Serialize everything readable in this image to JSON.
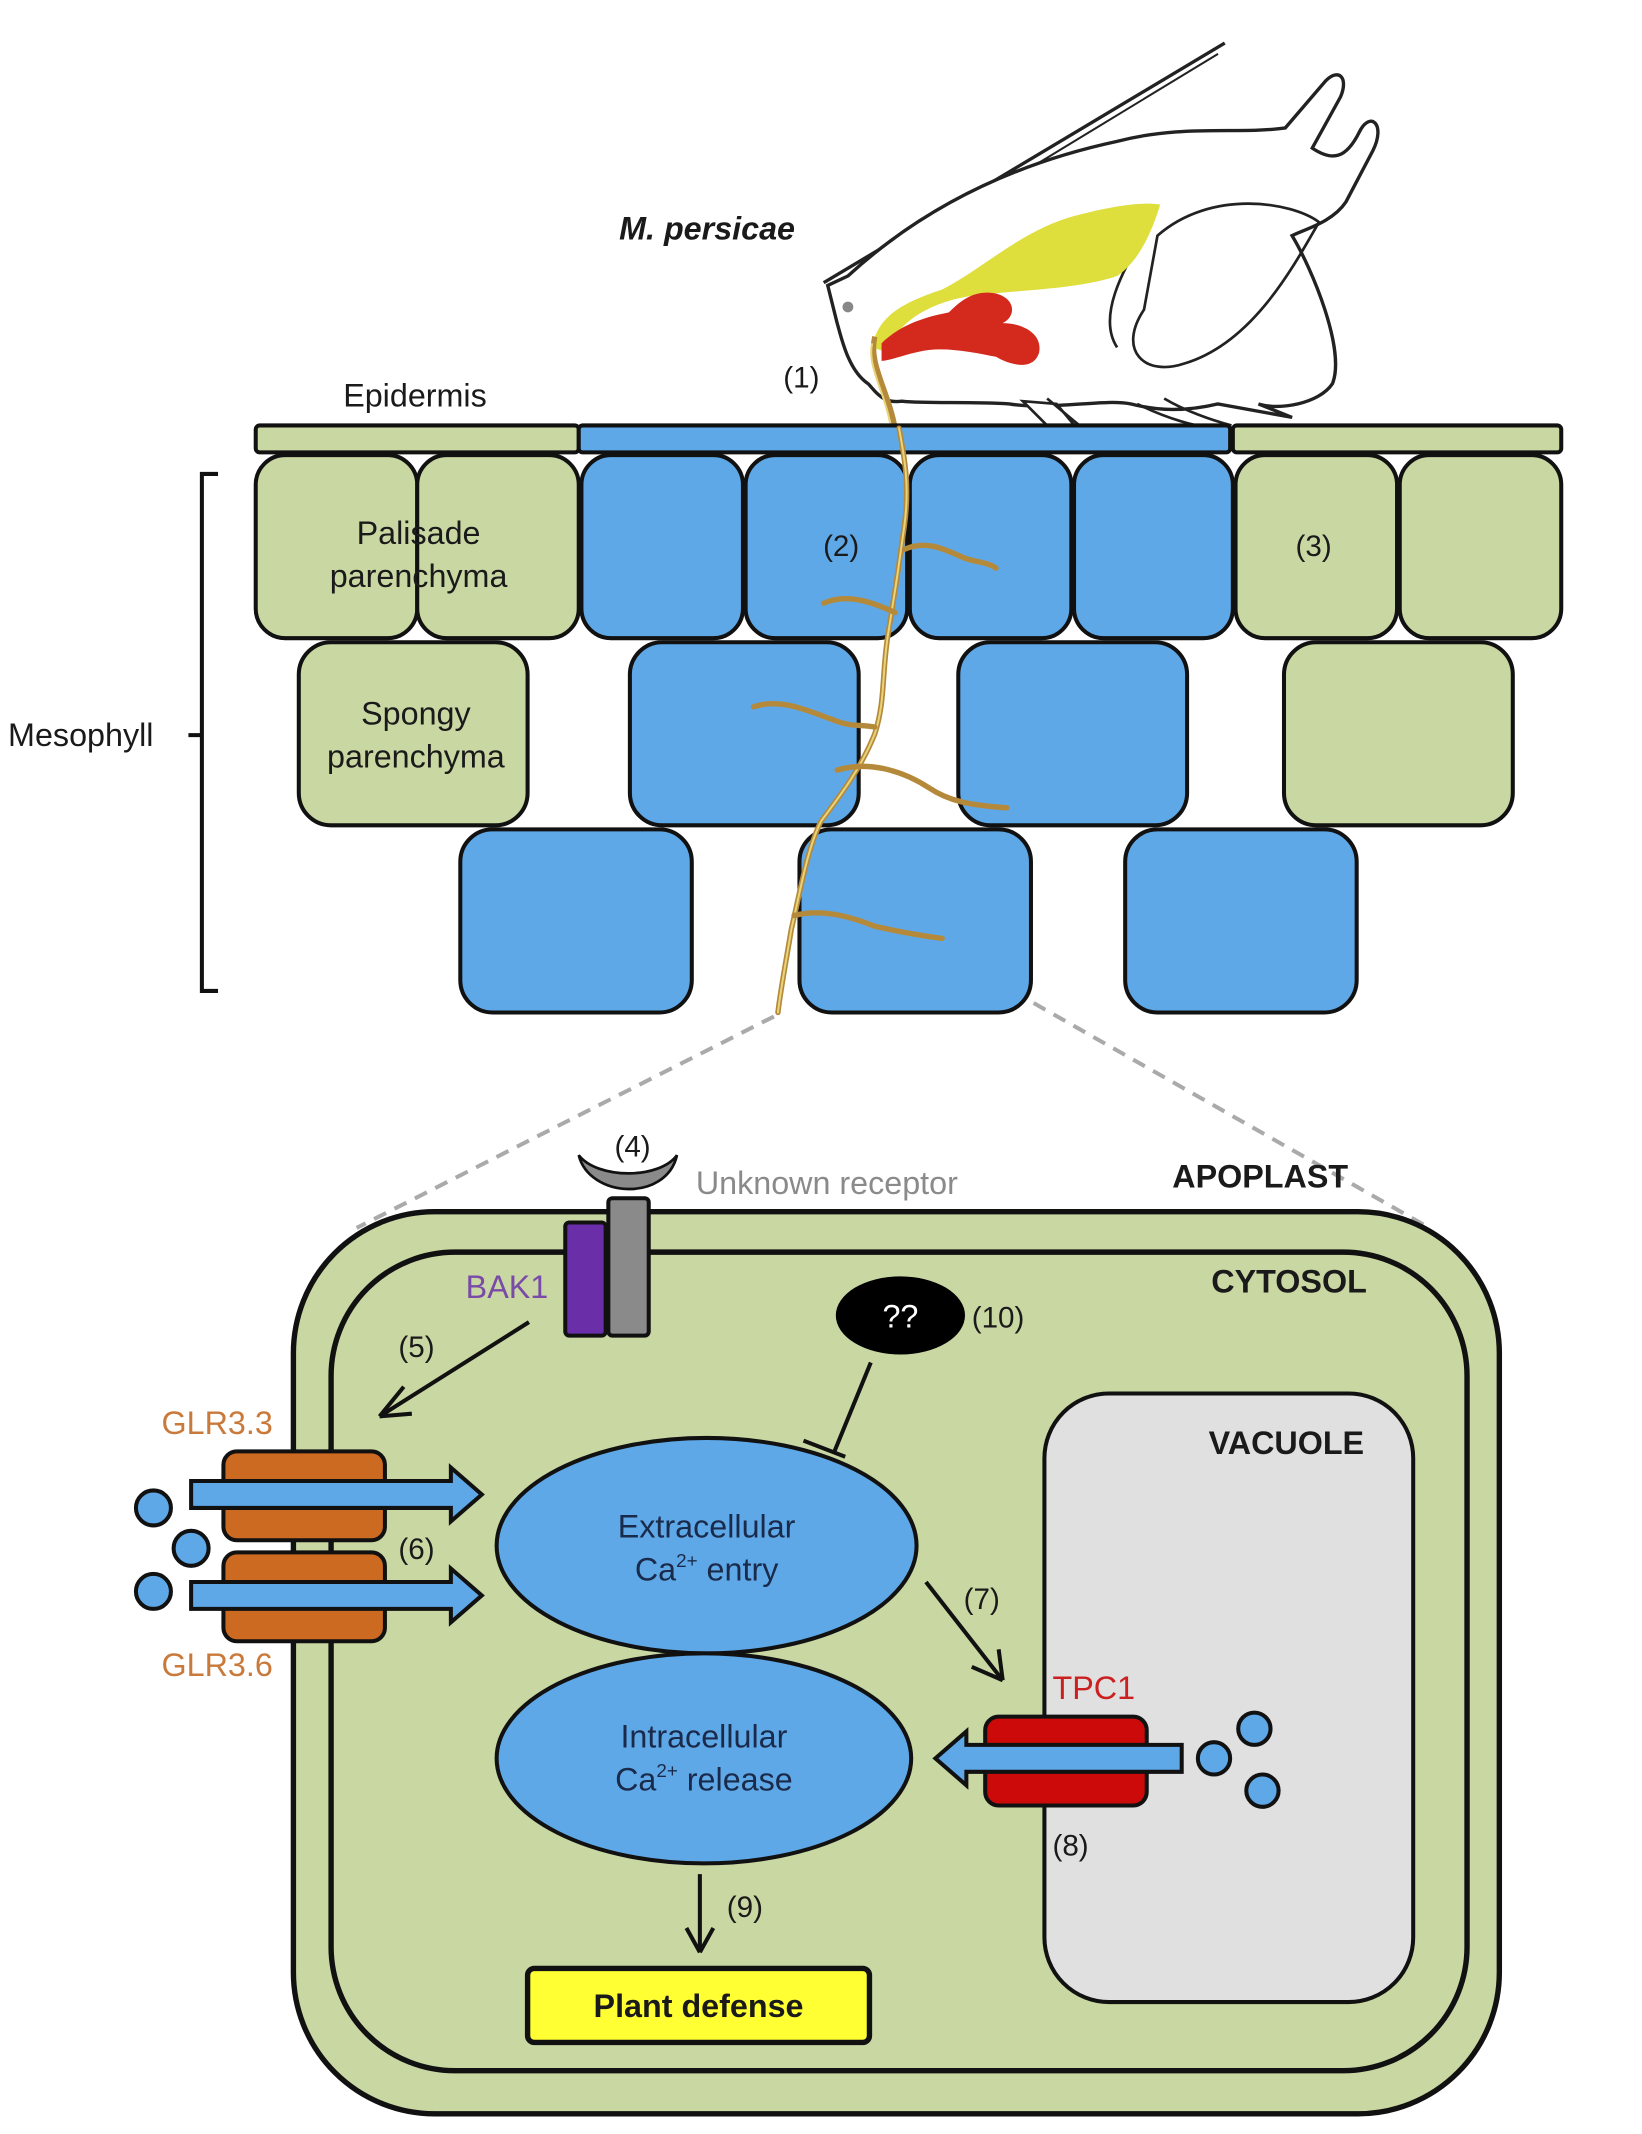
{
  "organism": {
    "label": "M. persicae",
    "step": "(1)"
  },
  "colors": {
    "uninfected_cell": "#c9d7a3",
    "affected_cell": "#5fa8e8",
    "salivary_gland_yellow": "#dede3c",
    "salivary_gland_red": "#d42a1e",
    "bak1": "#6a2fa8",
    "receptor": "#8a8a8a",
    "glr": "#cc6a22",
    "tpc1": "#cc0a0a",
    "vacuole": "#e0e0e0",
    "defense_box": "#ffff33"
  },
  "tissue": {
    "epidermis_label": "Epidermis",
    "mesophyll_label": "Mesophyll",
    "palisade_label_1": "Palisade",
    "palisade_label_2": "parenchyma",
    "spongy_label_1": "Spongy",
    "spongy_label_2": "parenchyma",
    "step_2": "(2)",
    "step_3": "(3)"
  },
  "cell": {
    "apoplast_label": "APOPLAST",
    "cytosol_label": "CYTOSOL",
    "vacuole_label": "VACUOLE",
    "receptor_label": "Unknown receptor",
    "receptor_step": "(4)",
    "bak1_label": "BAK1",
    "step_5": "(5)",
    "glr33_label": "GLR3.3",
    "glr36_label": "GLR3.6",
    "step_6": "(6)",
    "unknown_label": "??",
    "step_10": "(10)",
    "extracellular_1": "Extracellular",
    "extracellular_2a": "Ca",
    "extracellular_2sup": "2+",
    "extracellular_2b": " entry",
    "intracellular_1": "Intracellular",
    "intracellular_2a": "Ca",
    "intracellular_2sup": "2+",
    "intracellular_2b": " release",
    "step_7": "(7)",
    "tpc1_label": "TPC1",
    "step_8": "(8)",
    "step_9": "(9)",
    "defense_label": "Plant defense"
  }
}
